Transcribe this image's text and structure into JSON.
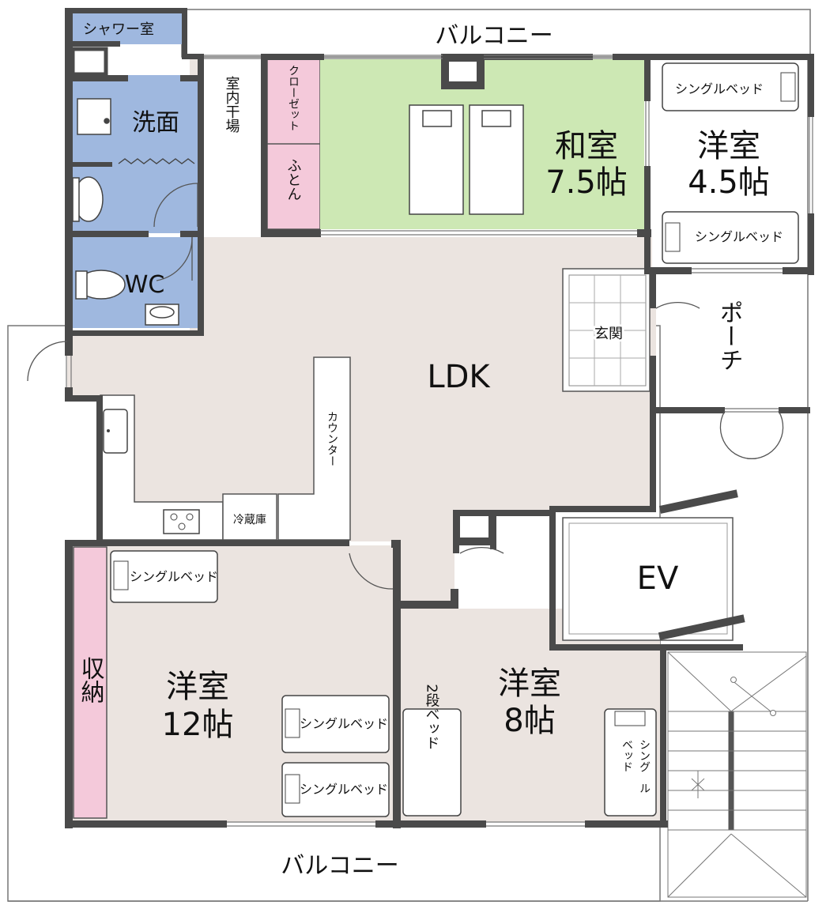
{
  "floor_plan": {
    "rooms": {
      "balcony_top": "バルコニー",
      "balcony_bottom": "バルコニー",
      "shower": "シャワー室",
      "washroom": "洗面",
      "wc": "WC",
      "indoor_drying": "室内干場",
      "closet": "クローゼット",
      "futon": "ふとん",
      "japanese_room_name": "和室",
      "japanese_room_size": "7.5帖",
      "western_small_name": "洋室",
      "western_small_size": "4.5帖",
      "ldk": "LDK",
      "entrance": "玄関",
      "porch": "ポーチ",
      "counter": "カウンター",
      "fridge": "冷蔵庫",
      "storage": "収納",
      "western_large_name": "洋室",
      "western_large_size": "12帖",
      "western_mid_name": "洋室",
      "western_mid_size": "8帖",
      "elevator": "EV"
    },
    "furniture": {
      "single_bed": "シングルベッド",
      "single_bed_vertical_a": "シング",
      "single_bed_vertical_b": "ベッド",
      "single_bed_vertical_c": "ル",
      "bunk_bed": "2段ベッド"
    },
    "colors": {
      "wall": "#4a4a4a",
      "floor": "#ebe4e0",
      "wet_area": "#9fb8df",
      "tatami": "#cde8b4",
      "storage": "#f4c9da",
      "white_room": "#ffffff"
    }
  }
}
